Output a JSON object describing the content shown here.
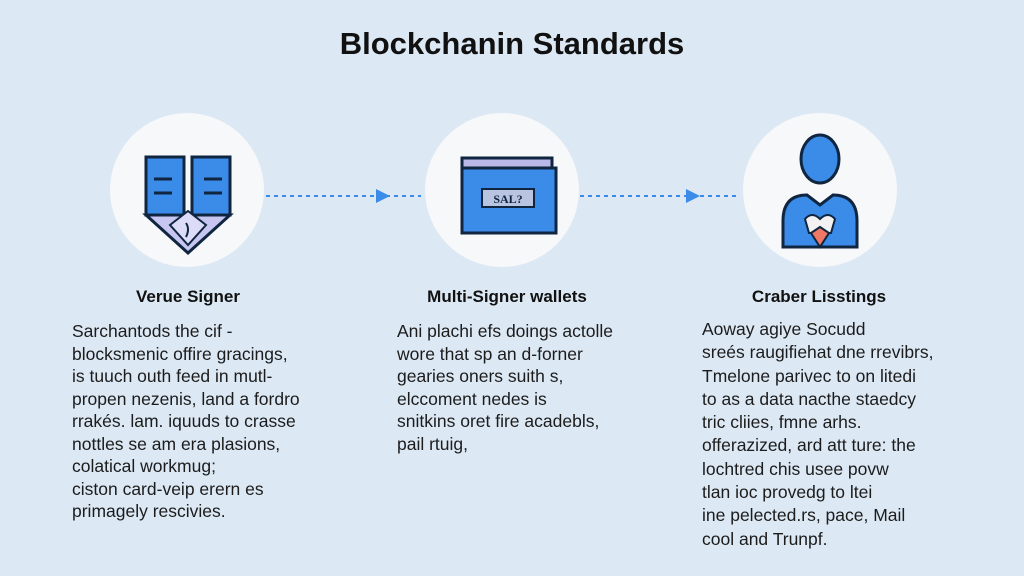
{
  "title": "Blockchanin Standards",
  "colors": {
    "background": "#dce8f4",
    "accent": "#3b8be8",
    "outline": "#0f2540",
    "heart": "#ee7766"
  },
  "steps": [
    {
      "icon": "document-shield-icon",
      "heading": "Verue Signer",
      "lines": [
        "Sarchantods the cif -",
        "blocksmenic offire gracings,",
        "is tuuch outh feed in mutl-",
        "propen nezenis, land a fordro",
        "rrakés. lam. iquuds to crasse",
        "nottles se am era plasions,",
        "colatical workmug;",
        "ciston card-veip erern es",
        "primagely rescivies."
      ]
    },
    {
      "icon": "wallet-icon",
      "icon_text": "SAL?",
      "heading": "Multi-Signer wallets",
      "lines": [
        "Ani plachi efs doings actolle",
        "wore that sp an d-forner",
        "gearies oners suith s,",
        "elccoment nedes is",
        "snitkins oret fire acadebls,",
        "pail rtuig,"
      ]
    },
    {
      "icon": "user-heart-icon",
      "heading": "Craber Lisstings",
      "lines": [
        "Aoway agiye Socudd",
        "sreés raugifiehat dne rrevibrs,",
        "Tmelone parivec to on litedi",
        "to as a data nacthe staedcy",
        "tric cliies, fmne arhs.",
        "offerazized, ard att ture: the",
        "lochtred chis usee povw",
        "tlan ioc provedg to ltei",
        "ine pelected.rs, pace, Mail",
        "cool and Trunpf."
      ]
    }
  ]
}
